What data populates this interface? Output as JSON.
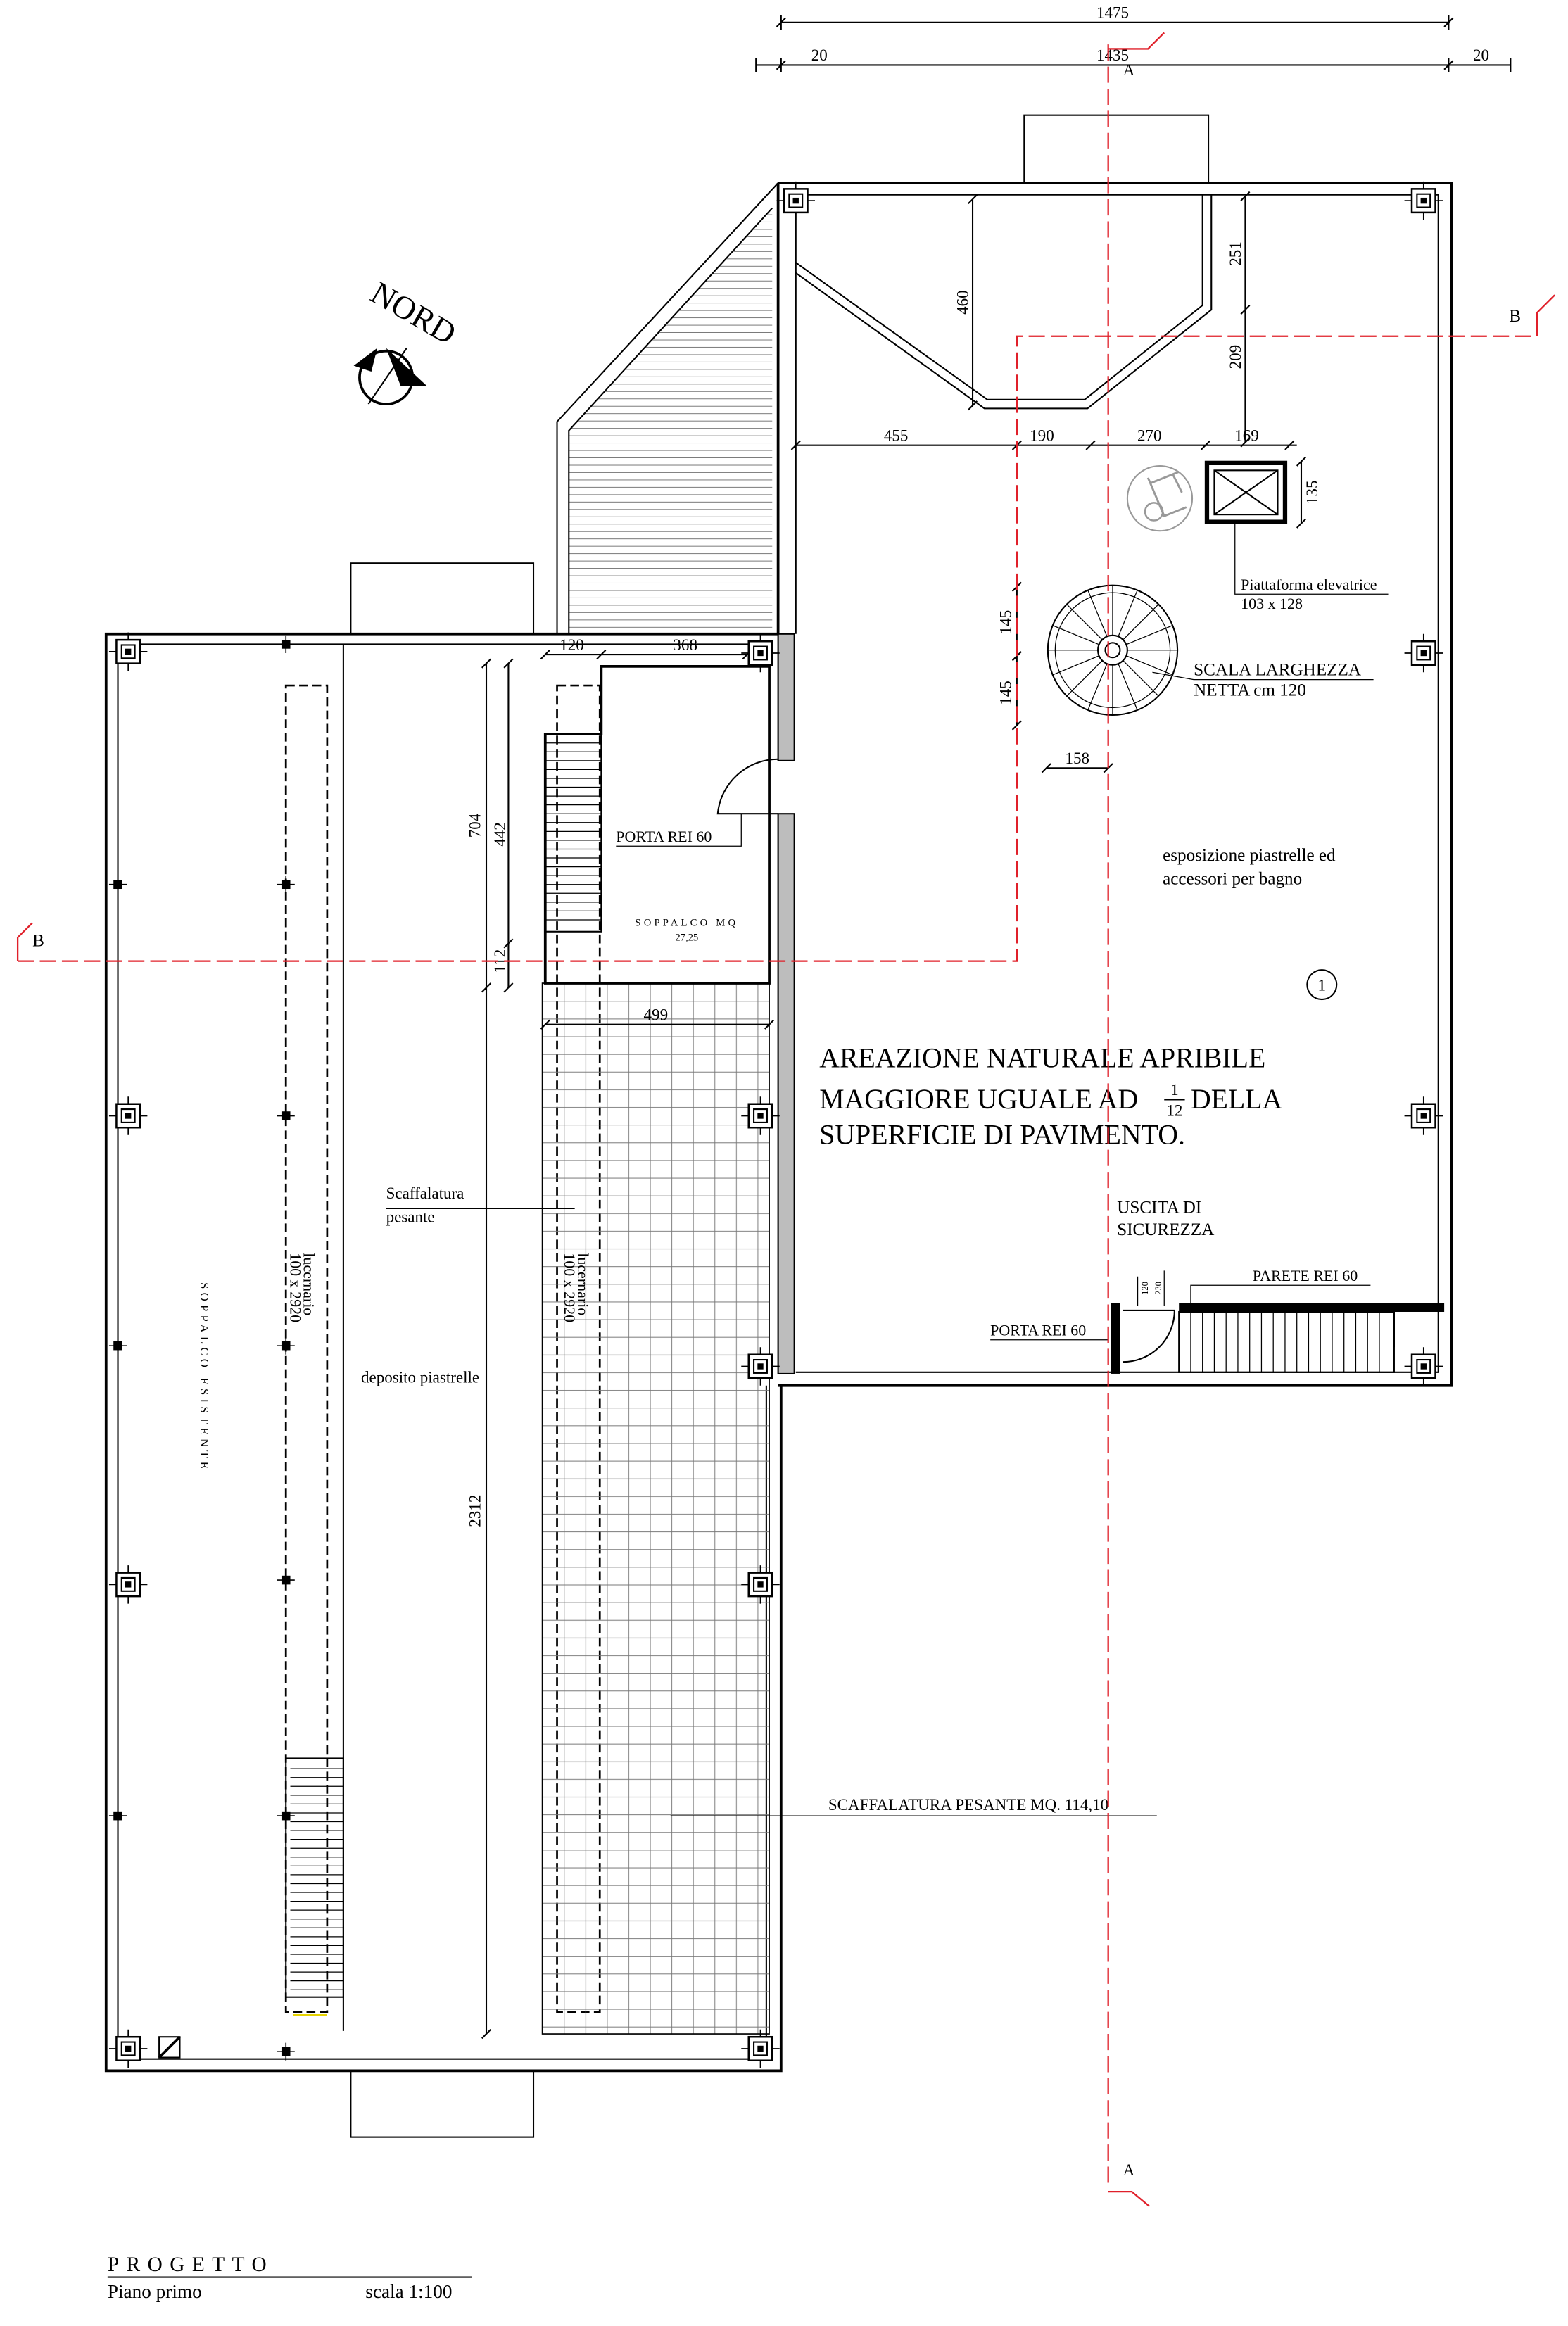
{
  "colors": {
    "drawing_line": "#000000",
    "section_line": "#e0202a",
    "accessibility_symbol": "#999999"
  },
  "sections": {
    "a_top": "A",
    "a_bottom": "A",
    "b_left": "B",
    "b_right": "B"
  },
  "north_label": "NORD",
  "dimensions": {
    "overall": "1475",
    "margin_left": "20",
    "inner": "1435",
    "margin_right": "20",
    "void_depth": "460",
    "void_offset_top": "251",
    "void_offset_bottom": "209",
    "row_1": "455",
    "row_2": "190",
    "row_3": "270",
    "row_4": "169",
    "lift_depth": "135",
    "stair_upper": "145",
    "stair_lower": "145",
    "stair_offset": "158",
    "mezz_stair_width": "120",
    "mezz_room_width": "368",
    "west_upper": "704",
    "mezz_depth": "442",
    "mezz_gap": "112",
    "mezz_width": "499",
    "west_total": "2312",
    "exit_small_a": "120",
    "exit_small_b": "230"
  },
  "labels": {
    "lift_name": "Piattaforma elevatrice",
    "lift_size": "103 x 128",
    "stair_line1": "SCALA LARGHEZZA",
    "stair_line2": "NETTA cm 120",
    "exhibit_line1": "esposizione piastrelle ed",
    "exhibit_line2": "accessori per bagno",
    "room_number": "1",
    "vent_line1": "AREAZIONE NATURALE APRIBILE",
    "vent_line2_pre": "MAGGIORE UGUALE AD",
    "vent_frac_num": "1",
    "vent_frac_den": "12",
    "vent_line2_post": "DELLA",
    "vent_line3": "SUPERFICIE DI PAVIMENTO.",
    "exit_line1": "USCITA DI",
    "exit_line2": "SICUREZZA",
    "wall_rei": "PARETE REI 60",
    "door_rei_east": "PORTA REI 60",
    "door_rei_west": "PORTA REI 60",
    "mezz_name": "SOPPALCO MQ",
    "mezz_area": "27,25",
    "shelving_line1": "Scaffalatura",
    "shelving_line2": "pesante",
    "skylight_left_name": "lucernario",
    "skylight_left_size": "100 x 2920",
    "skylight_right_name": "lucernario",
    "skylight_right_size": "100 x 2920",
    "existing_mezz": "SOPPALCO ESISTENTE",
    "storage": "deposito piastrelle",
    "shelving_area": "SCAFFALATURA PESANTE MQ. 114,10"
  },
  "title_block": {
    "project": "PROGETTO",
    "floor": "Piano primo",
    "scale": "scala 1:100"
  }
}
